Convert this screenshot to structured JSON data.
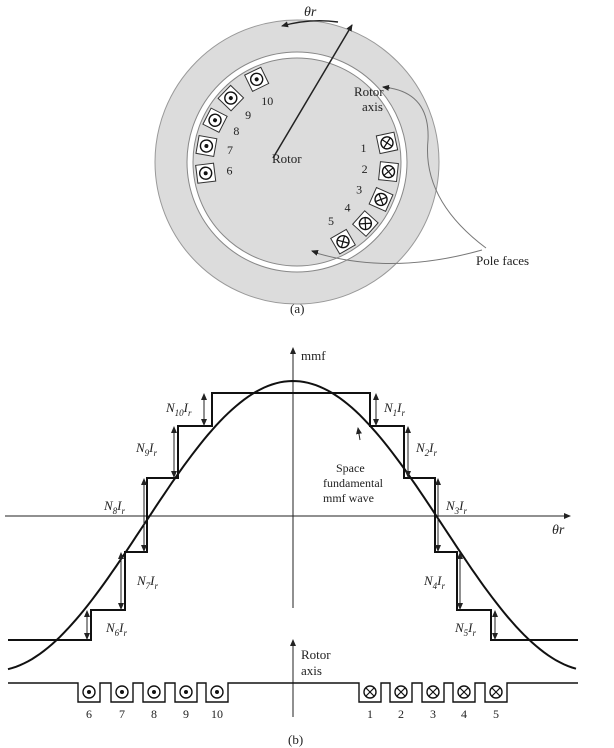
{
  "figure_a": {
    "caption": "(a)",
    "angle_label": "θr",
    "rotor_label": "Rotor",
    "rotor_axis_label": [
      "Rotor",
      "axis"
    ],
    "pole_faces_label": "Pole faces",
    "coil_numbers": [
      "1",
      "2",
      "3",
      "4",
      "5",
      "6",
      "7",
      "8",
      "9",
      "10"
    ]
  },
  "figure_b": {
    "caption": "(b)",
    "mmf_label": "mmf",
    "theta_label": "θr",
    "rotor_axis_label": [
      "Rotor",
      "axis"
    ],
    "fundamental_label": [
      "Space",
      "fundamental",
      "mmf wave"
    ],
    "step_labels": {
      "n10": {
        "base": "N",
        "sub": "10",
        "mid": "I",
        "sub2": "r"
      },
      "n9": {
        "base": "N",
        "sub": "9",
        "mid": "I",
        "sub2": "r"
      },
      "n8": {
        "base": "N",
        "sub": "8",
        "mid": "I",
        "sub2": "r"
      },
      "n7": {
        "base": "N",
        "sub": "7",
        "mid": "I",
        "sub2": "r"
      },
      "n6": {
        "base": "N",
        "sub": "6",
        "mid": "I",
        "sub2": "r"
      },
      "n1": {
        "base": "N",
        "sub": "1",
        "mid": "I",
        "sub2": "r"
      },
      "n2": {
        "base": "N",
        "sub": "2",
        "mid": "I",
        "sub2": "r"
      },
      "n3": {
        "base": "N",
        "sub": "3",
        "mid": "I",
        "sub2": "r"
      },
      "n4": {
        "base": "N",
        "sub": "4",
        "mid": "I",
        "sub2": "r"
      },
      "n5": {
        "base": "N",
        "sub": "5",
        "mid": "I",
        "sub2": "r"
      }
    },
    "slot_numbers_dot": [
      "6",
      "7",
      "8",
      "9",
      "10"
    ],
    "slot_numbers_cross": [
      "1",
      "2",
      "3",
      "4",
      "5"
    ]
  }
}
